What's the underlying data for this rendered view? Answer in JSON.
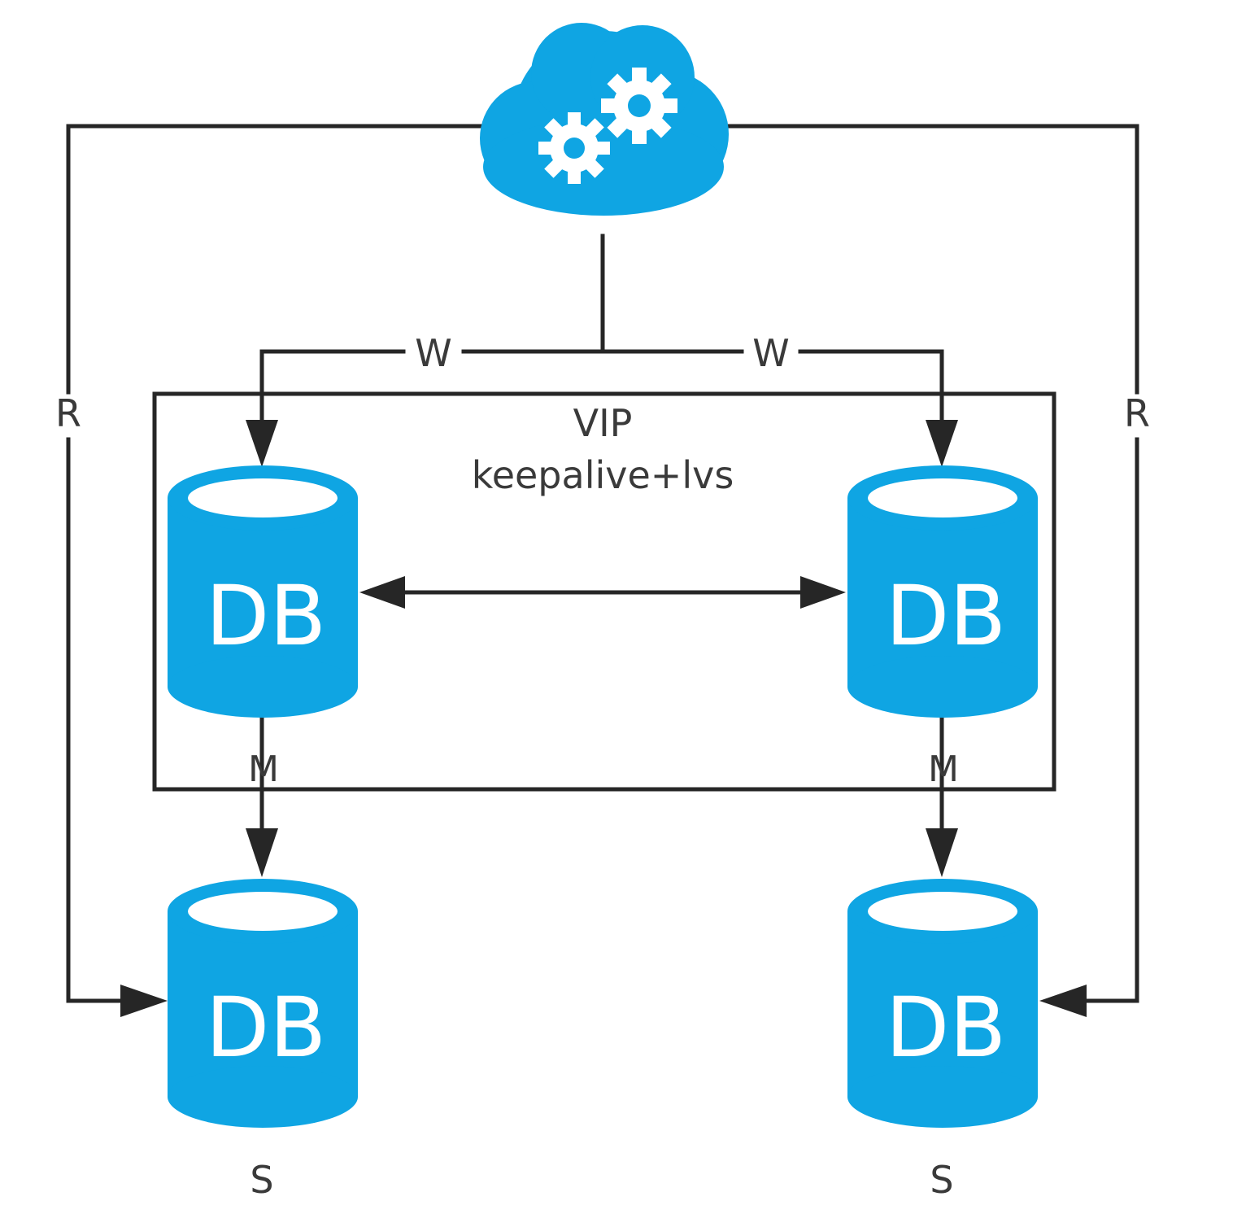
{
  "labels": {
    "read_left": "R",
    "read_right": "R",
    "write_left": "W",
    "write_right": "W",
    "vip_title": "VIP",
    "vip_subtitle": "keepalive+lvs",
    "master_left": "M",
    "master_right": "M",
    "slave_left": "S",
    "slave_right": "S"
  },
  "databases": {
    "master_left": "DB",
    "master_right": "DB",
    "slave_left": "DB",
    "slave_right": "DB"
  },
  "icons": {
    "cloud": "cloud-gears-icon"
  },
  "colors": {
    "accent": "#0fa5e3",
    "line": "#262626",
    "text": "#3a3a3a"
  }
}
